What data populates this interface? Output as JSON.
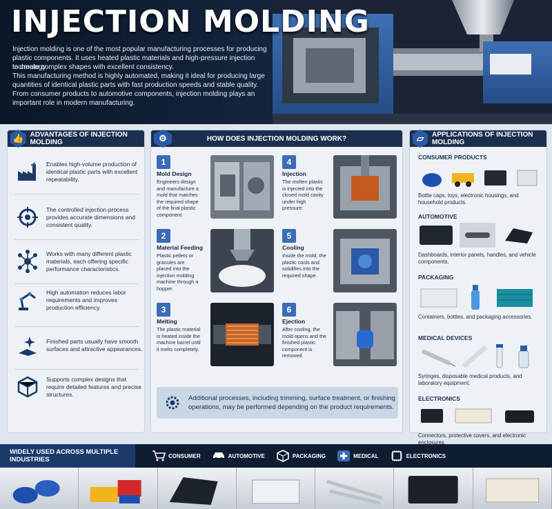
{
  "header": {
    "title": "INJECTION MOLDING",
    "intro": [
      "Injection molding is one of the most popular manufacturing processes for producing",
      "plastic components. It uses heated plastic materials and high-pressure injection technology",
      "to create complex shapes with excellent consistency.",
      "This manufacturing method is highly automated, making it ideal for producing large",
      "quantities of identical plastic parts with fast production speeds and stable quality.",
      "From consumer products to automotive components, injection molding plays an",
      "important role in modern manufacturing."
    ]
  },
  "advantages": {
    "heading": "ADVANTAGES OF INJECTION MOLDING",
    "items": [
      {
        "text": "Enables high-volume production of identical plastic parts with excellent repeatability.",
        "icon": "factory-icon"
      },
      {
        "text": "The controlled injection process provides accurate dimensions and consistent quality.",
        "icon": "target-icon"
      },
      {
        "text": "Works with many different plastic materials, each offering specific performance characteristics.",
        "icon": "molecule-icon"
      },
      {
        "text": "High automation reduces labor requirements and improves production efficiency.",
        "icon": "robot-arm-icon"
      },
      {
        "text": "Finished parts usually have smooth surfaces and attractive appearances.",
        "icon": "sparkle-icon"
      },
      {
        "text": "Supports complex designs that require detailed features and precise structures.",
        "icon": "cube-icon"
      }
    ]
  },
  "process": {
    "heading": "HOW DOES INJECTION MOLDING WORK?",
    "steps": [
      {
        "num": "1",
        "title": "Mold Design",
        "desc": "Engineers design and manufacture a mold that matches the required shape of the final plastic component."
      },
      {
        "num": "2",
        "title": "Material Feeding",
        "desc": "Plastic pellets or granules are placed into the injection molding machine through a hopper."
      },
      {
        "num": "3",
        "title": "Melting",
        "desc": "The plastic material is heated inside the machine barrel until it melts completely."
      },
      {
        "num": "4",
        "title": "Injection",
        "desc": "The molten plastic is injected into the closed mold cavity under high pressure."
      },
      {
        "num": "5",
        "title": "Cooling",
        "desc": "Inside the mold, the plastic cools and solidifies into the required shape."
      },
      {
        "num": "6",
        "title": "Ejection",
        "desc": "After cooling, the mold opens and the finished plastic component is removed."
      }
    ],
    "note": "Additional processes, including trimming, surface treatment, or finishing operations, may be performed depending on the product requirements."
  },
  "applications": {
    "heading": "APPLICATIONS OF INJECTION MOLDING",
    "categories": [
      {
        "name": "CONSUMER PRODUCTS",
        "desc": "Bottle caps, toys, electronic housings, and household products."
      },
      {
        "name": "AUTOMOTIVE",
        "desc": "Dashboards, interior panels, handles, and vehicle components."
      },
      {
        "name": "PACKAGING",
        "desc": "Containers, bottles, and packaging accessories."
      },
      {
        "name": "MEDICAL DEVICES",
        "desc": "Syringes, disposable medical products, and laboratory equipment."
      },
      {
        "name": "ELECTRONICS",
        "desc": "Connectors, protective covers, and electronic enclosures."
      }
    ]
  },
  "industries": {
    "title": "WIDELY USED ACROSS MULTIPLE INDUSTRIES",
    "items": [
      {
        "label": "CONSUMER",
        "icon": "cart-icon"
      },
      {
        "label": "AUTOMOTIVE",
        "icon": "car-icon"
      },
      {
        "label": "PACKAGING",
        "icon": "box-icon"
      },
      {
        "label": "MEDICAL",
        "icon": "medical-cross-icon"
      },
      {
        "label": "ELECTRONICS",
        "icon": "chip-icon"
      }
    ]
  },
  "colors": {
    "navy": "#1b2f4e",
    "accent": "#3a6cb8",
    "panel": "#eef2f6"
  }
}
